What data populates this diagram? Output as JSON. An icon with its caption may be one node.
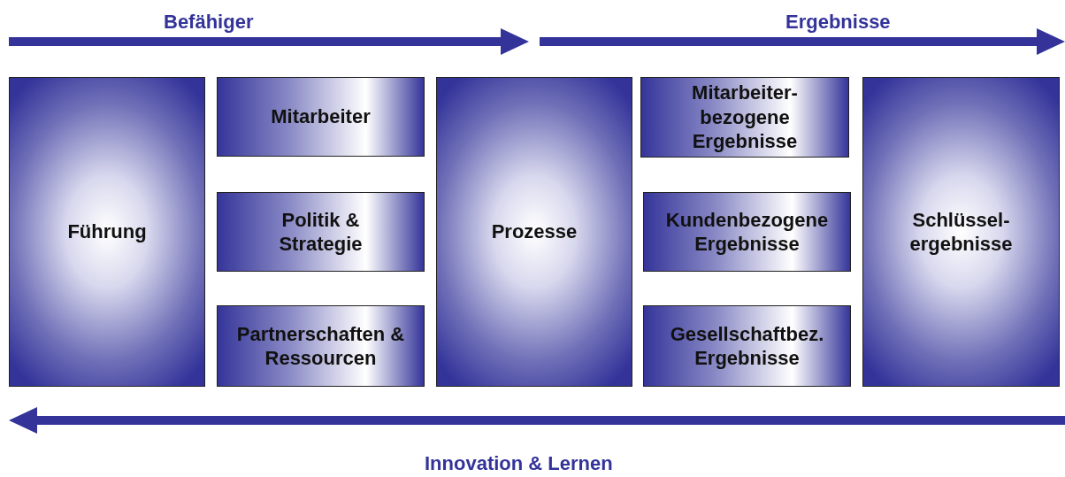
{
  "diagram": {
    "nodes": [
      {
        "text": [
          "Führung"
        ]
      },
      {
        "text": [
          "Mitarbeiter"
        ]
      },
      {
        "text": [
          "Politik & Strategie"
        ]
      },
      {
        "text": [
          "Partnerschaften & Ressourcen"
        ]
      },
      {
        "text": [
          "Prozesse"
        ]
      },
      {
        "text": [
          "Mitarbeiter- bezogene Ergebnisse"
        ]
      },
      {
        "text": [
          "Kundenbezogene Ergebnisse"
        ]
      },
      {
        "text": [
          "Gesellschaftbez. Ergebnisse"
        ]
      },
      {
        "text": [
          "Schlüssel- ergebnisse"
        ]
      }
    ],
    "labels": [
      "Befähiger",
      "Ergebnisse",
      "Innovation & Lernen"
    ]
  }
}
